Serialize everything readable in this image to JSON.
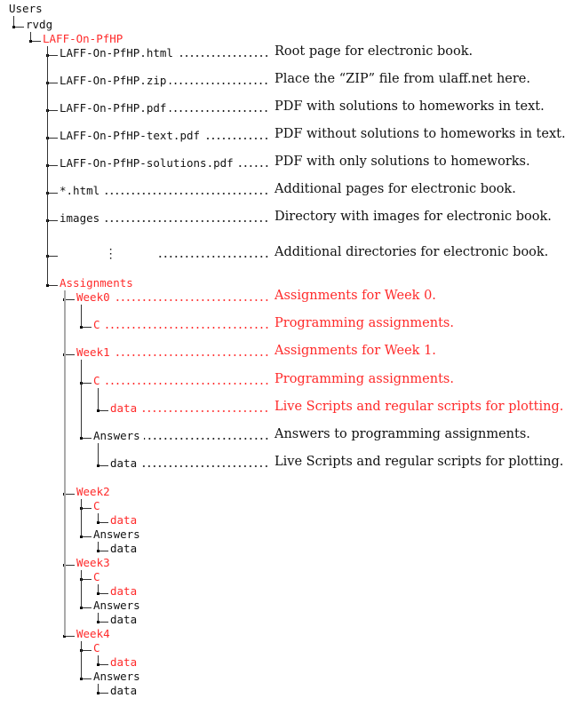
{
  "colors": {
    "highlight": "#ff2a2a",
    "normal": "#111111"
  },
  "tree": [
    {
      "level": 0,
      "name": "Users",
      "red": false
    },
    {
      "level": 1,
      "name": "rvdg",
      "red": false
    },
    {
      "level": 2,
      "name": "LAFF-On-PfHP",
      "red": true
    },
    {
      "level": 3,
      "name": "LAFF-On-PfHP.html",
      "red": false,
      "desc": "Root page for electronic book."
    },
    {
      "level": 3,
      "name": "LAFF-On-PfHP.zip",
      "red": false,
      "desc": "Place the “ZIP” file from ulaff.net here."
    },
    {
      "level": 3,
      "name": "LAFF-On-PfHP.pdf",
      "red": false,
      "desc": "PDF with solutions to homeworks in text."
    },
    {
      "level": 3,
      "name": "LAFF-On-PfHP-text.pdf",
      "red": false,
      "desc": "PDF without solutions to homeworks in text."
    },
    {
      "level": 3,
      "name": "LAFF-On-PfHP-solutions.pdf",
      "red": false,
      "desc": "PDF with only solutions to homeworks."
    },
    {
      "level": 3,
      "name": "*.html",
      "red": false,
      "desc": "Additional pages for electronic book."
    },
    {
      "level": 3,
      "name": "images",
      "red": false,
      "desc": "Directory with images for electronic book."
    },
    {
      "level": 3,
      "name": "      ⋮     ",
      "red": false,
      "desc": "Additional directories for electronic book."
    },
    {
      "level": 3,
      "name": "Assignments",
      "red": true
    },
    {
      "level": 4,
      "name": "Week0",
      "red": true,
      "desc": "Assignments for Week 0."
    },
    {
      "level": 5,
      "name": "C",
      "red": true,
      "desc": "Programming assignments."
    },
    {
      "level": 4,
      "name": "Week1",
      "red": true,
      "desc": "Assignments for Week 1."
    },
    {
      "level": 5,
      "name": "C",
      "red": true,
      "desc": "Programming assignments."
    },
    {
      "level": 6,
      "name": "data",
      "red": true,
      "desc": "Live Scripts and regular scripts for plotting."
    },
    {
      "level": 5,
      "name": "Answers",
      "red": false,
      "desc": "Answers to programming assignments."
    },
    {
      "level": 6,
      "name": "data",
      "red": false,
      "desc": "Live Scripts and regular scripts for plotting."
    },
    {
      "level": 4,
      "name": "Week2",
      "red": true
    },
    {
      "level": 5,
      "name": "C",
      "red": true
    },
    {
      "level": 6,
      "name": "data",
      "red": true
    },
    {
      "level": 5,
      "name": "Answers",
      "red": false
    },
    {
      "level": 6,
      "name": "data",
      "red": false
    },
    {
      "level": 4,
      "name": "Week3",
      "red": true
    },
    {
      "level": 5,
      "name": "C",
      "red": true
    },
    {
      "level": 6,
      "name": "data",
      "red": true
    },
    {
      "level": 5,
      "name": "Answers",
      "red": false
    },
    {
      "level": 6,
      "name": "data",
      "red": false
    },
    {
      "level": 4,
      "name": "Week4",
      "red": true
    },
    {
      "level": 5,
      "name": "C",
      "red": true
    },
    {
      "level": 6,
      "name": "data",
      "red": true
    },
    {
      "level": 5,
      "name": "Answers",
      "red": false
    },
    {
      "level": 6,
      "name": "data",
      "red": false
    }
  ]
}
